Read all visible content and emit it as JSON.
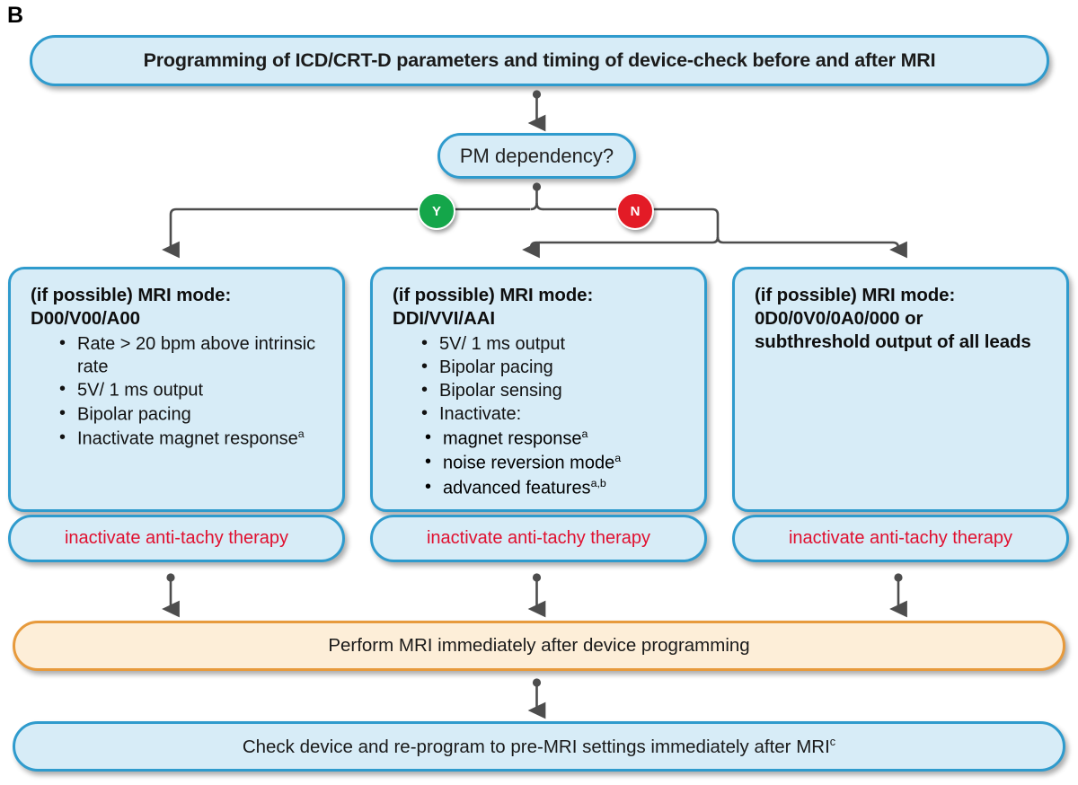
{
  "panel": {
    "letter": "B"
  },
  "header": {
    "text": "Programming of ICD/CRT-D parameters and timing of device-check before and after MRI"
  },
  "decision": {
    "text": "PM dependency?",
    "yes_label": "Y",
    "no_label": "N"
  },
  "columns": [
    {
      "id": "left",
      "title_line1": "(if possible) MRI mode:",
      "title_line2": "D00/V00/A00",
      "bullets": [
        {
          "text": "Rate > 20 bpm above intrinsic rate",
          "sup": ""
        },
        {
          "text": "5V/ 1 ms output",
          "sup": ""
        },
        {
          "text": "Bipolar pacing",
          "sup": ""
        },
        {
          "text": "Inactivate magnet response",
          "sup": "a"
        }
      ],
      "sub_bullets": [],
      "tachy": "inactivate anti-tachy therapy"
    },
    {
      "id": "middle",
      "title_line1": "(if possible) MRI mode:",
      "title_line2": "DDI/VVI/AAI",
      "bullets": [
        {
          "text": "5V/ 1 ms output",
          "sup": ""
        },
        {
          "text": "Bipolar pacing",
          "sup": ""
        },
        {
          "text": "Bipolar sensing",
          "sup": ""
        },
        {
          "text": "Inactivate:",
          "sup": ""
        }
      ],
      "sub_bullets": [
        {
          "text": "magnet response",
          "sup": "a"
        },
        {
          "text": "noise reversion mode",
          "sup": "a"
        },
        {
          "text": "advanced features",
          "sup": "a,b"
        }
      ],
      "tachy": "inactivate anti-tachy therapy"
    },
    {
      "id": "right",
      "title_line1": "(if possible) MRI mode:",
      "title_line2": "0D0/0V0/0A0/000 or",
      "title_line3": "subthreshold output of all leads",
      "bullets": [],
      "sub_bullets": [],
      "tachy": "inactivate anti-tachy therapy"
    }
  ],
  "perform_bar": {
    "text": "Perform MRI immediately after device programming"
  },
  "final_bar": {
    "text": "Check device and re-program to pre-MRI settings immediately after MRI",
    "sup": "c"
  },
  "colors": {
    "node_fill": "#d7ecf7",
    "node_border": "#2f9bcd",
    "orange_fill": "#fdeed8",
    "orange_border": "#e79a3c",
    "red_text": "#e0102f",
    "yes_badge": "#14a64a",
    "no_badge": "#e31b26",
    "connector": "#4d4d4d"
  }
}
